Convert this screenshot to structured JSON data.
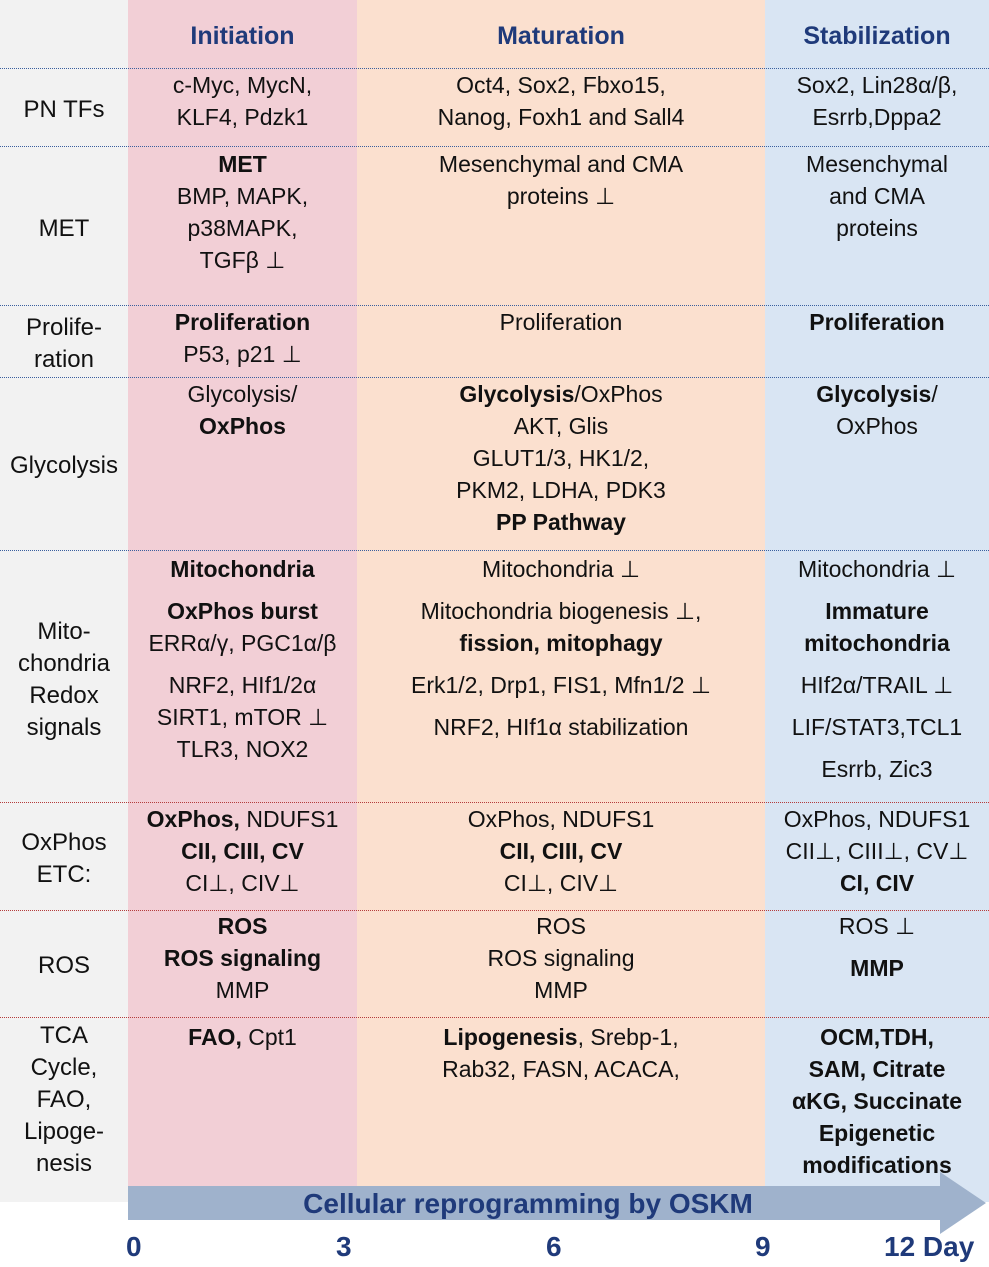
{
  "columns": {
    "initiation": "Initiation",
    "maturation": "Maturation",
    "stabilization": "Stabilization"
  },
  "rows": [
    {
      "label": [
        "PN TFs"
      ],
      "initiation": [
        [
          "c-Myc, MycN,"
        ],
        [
          "KLF4, Pdzk1"
        ]
      ],
      "maturation": [
        [
          "Oct4, Sox2, Fbxo15,"
        ],
        [
          "Nanog, Foxh1 and Sall4"
        ]
      ],
      "stabilization": [
        [
          "Sox2, Lin28α/β,"
        ],
        [
          "Esrrb,Dppa2"
        ]
      ]
    },
    {
      "label": [
        "MET"
      ],
      "initiation": [
        [
          "MET",
          "b"
        ],
        [
          "BMP, MAPK,"
        ],
        [
          "p38MAPK,"
        ],
        [
          "TGFβ ⊥"
        ]
      ],
      "maturation": [
        [
          "Mesenchymal and CMA"
        ],
        [
          "proteins ⊥"
        ]
      ],
      "stabilization": [
        [
          "Mesenchymal"
        ],
        [
          "and CMA"
        ],
        [
          "proteins"
        ]
      ]
    },
    {
      "label": [
        "Prolife-",
        "ration"
      ],
      "initiation": [
        [
          "Proliferation",
          "b"
        ],
        [
          "P53, p21 ⊥"
        ]
      ],
      "maturation": [
        [
          "Proliferation"
        ]
      ],
      "stabilization": [
        [
          "Proliferation",
          "b"
        ]
      ]
    },
    {
      "label": [
        "Glycolysis"
      ],
      "initiation": [
        [
          "Glycolysis/"
        ],
        [
          "OxPhos",
          "b"
        ]
      ],
      "maturation": [
        [
          "Glycolysis",
          "b",
          "/OxPhos"
        ],
        [
          "AKT, Glis"
        ],
        [
          "GLUT1/3, HK1/2,"
        ],
        [
          "PKM2, LDHA, PDK3"
        ],
        [
          "PP Pathway",
          "b"
        ]
      ],
      "stabilization": [
        [
          "Glycolysis",
          "b",
          "/"
        ],
        [
          "OxPhos"
        ]
      ]
    },
    {
      "label": [
        "Mito-",
        "chondria",
        "Redox",
        "signals"
      ],
      "initiation": [
        [
          "Mitochondria",
          "b"
        ],
        [
          "gap"
        ],
        [
          "OxPhos burst",
          "b"
        ],
        [
          "ERRα/γ, PGC1α/β"
        ],
        [
          "gap"
        ],
        [
          "NRF2, HIf1/2α"
        ],
        [
          "SIRT1, mTOR ⊥"
        ],
        [
          "TLR3, NOX2"
        ]
      ],
      "maturation": [
        [
          "Mitochondria ⊥"
        ],
        [
          "gap"
        ],
        [
          "Mitochondria biogenesis ⊥,"
        ],
        [
          "fission, mitophagy",
          "b"
        ],
        [
          "gap"
        ],
        [
          "Erk1/2, Drp1, FIS1, Mfn1/2 ⊥"
        ],
        [
          "gap"
        ],
        [
          "NRF2, HIf1α stabilization"
        ]
      ],
      "stabilization": [
        [
          "Mitochondria ⊥"
        ],
        [
          "gap"
        ],
        [
          "Immature",
          "b"
        ],
        [
          "mitochondria",
          "b"
        ],
        [
          "gap"
        ],
        [
          "HIf2α/TRAIL ⊥"
        ],
        [
          "gap"
        ],
        [
          "LIF/STAT3,TCL1"
        ],
        [
          "gap"
        ],
        [
          "Esrrb, Zic3"
        ]
      ]
    },
    {
      "label": [
        "OxPhos",
        "ETC:"
      ],
      "initiation": [
        [
          "OxPhos,",
          "b",
          " NDUFS1"
        ],
        [
          "CII, CIII, CV",
          "b"
        ],
        [
          "CI⊥, CIV⊥"
        ]
      ],
      "maturation": [
        [
          "OxPhos, NDUFS1"
        ],
        [
          "CII, CIII, CV",
          "b"
        ],
        [
          "CI⊥, CIV⊥"
        ]
      ],
      "stabilization": [
        [
          "OxPhos, NDUFS1"
        ],
        [
          "CII⊥, CIII⊥, CV⊥"
        ],
        [
          "CI, CIV",
          "b"
        ]
      ]
    },
    {
      "label": [
        "ROS"
      ],
      "initiation": [
        [
          "ROS",
          "b"
        ],
        [
          "ROS signaling",
          "b"
        ],
        [
          "MMP"
        ]
      ],
      "maturation": [
        [
          "ROS"
        ],
        [
          "ROS signaling"
        ],
        [
          "MMP"
        ]
      ],
      "stabilization": [
        [
          "ROS ⊥"
        ],
        [
          "gap"
        ],
        [
          "MMP",
          "b"
        ]
      ]
    },
    {
      "label": [
        "TCA",
        "Cycle,",
        "FAO,",
        "Lipoge-",
        "nesis"
      ],
      "initiation": [
        [
          "FAO,",
          "b",
          " Cpt1"
        ]
      ],
      "maturation": [
        [
          "Lipogenesis",
          "b",
          ", Srebp-1,"
        ],
        [
          "Rab32, FASN, ACACA,"
        ]
      ],
      "stabilization": [
        [
          "OCM,TDH,",
          "b"
        ],
        [
          "SAM, Citrate",
          "b"
        ],
        [
          "αKG, Succinate",
          "b"
        ],
        [
          "Epigenetic",
          "b"
        ],
        [
          "modifications",
          "b"
        ]
      ]
    }
  ],
  "timeline": {
    "label": "Cellular reprogramming by OSKM",
    "ticks": [
      "0",
      "3",
      "6",
      "9",
      "12 Day"
    ]
  },
  "colors": {
    "header_text": "#1f3a7a",
    "initiation_bg": "#f2cfd6",
    "maturation_bg": "#fbe0cf",
    "stabilization_bg": "#d9e5f3",
    "arrow": "#9fb2cc"
  }
}
